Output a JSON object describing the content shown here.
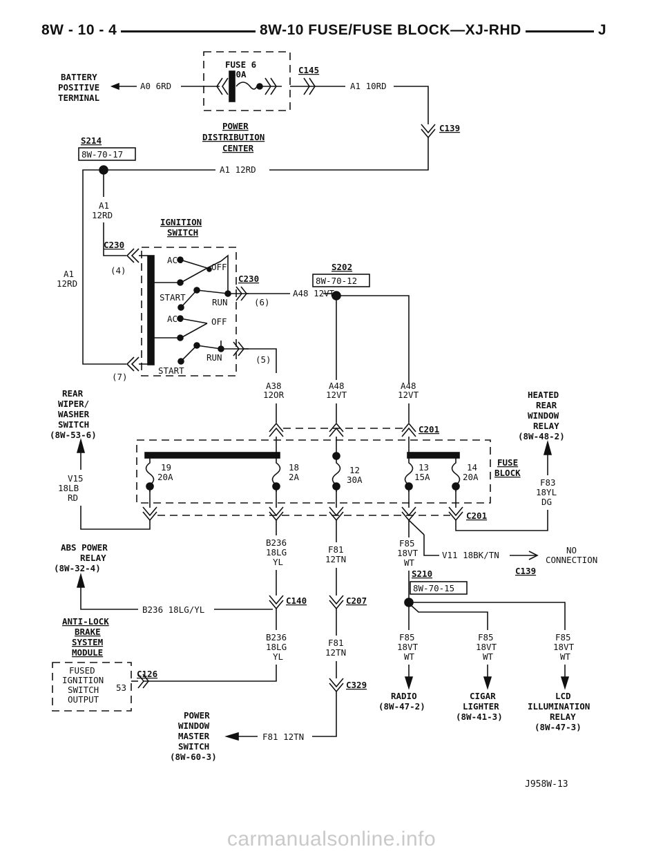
{
  "header": {
    "left": "8W - 10 - 4",
    "center": "8W-10 FUSE/FUSE BLOCK—XJ-RHD",
    "right": "J"
  },
  "labels": {
    "battery_1": "BATTERY",
    "battery_2": "POSITIVE",
    "battery_3": "TERMINAL",
    "fuse6": "FUSE 6",
    "fuse6_amp": "60A",
    "c145": "C145",
    "a0": "A0 6RD",
    "a1_10": "A1 10RD",
    "c139_top": "C139",
    "pdc_1": "POWER",
    "pdc_2": "DISTRIBUTION",
    "pdc_3": "CENTER",
    "s214": "S214",
    "ref_s214": "8W-70-17",
    "a1_12_top": "A1 12RD",
    "a1_v1": "A1",
    "a1_v2": "12RD",
    "a1_l1": "A1",
    "a1_l2": "12RD",
    "ign_1": "IGNITION",
    "ign_2": "SWITCH",
    "c230a": "C230",
    "c230b": "C230",
    "p4": "(4)",
    "p6": "(6)",
    "p5": "(5)",
    "p7": "(7)",
    "acc1": "ACC",
    "acc2": "ACC",
    "off1": "OFF",
    "off2": "OFF",
    "start1": "START",
    "start2": "START",
    "run1": "RUN",
    "run2": "RUN",
    "s202": "S202",
    "ref_s202": "8W-70-12",
    "a48_12vt": "A48 12VT",
    "a38_1": "A38",
    "a38_2": "12OR",
    "a48a_1": "A48",
    "a48a_2": "12VT",
    "a48b_1": "A48",
    "a48b_2": "12VT",
    "rear_1": "REAR",
    "rear_2": "WIPER/",
    "rear_3": "WASHER",
    "rear_4": "SWITCH",
    "rear_5": "(8W-53-6)",
    "heat_1": "HEATED",
    "heat_2": "REAR",
    "heat_3": "WINDOW",
    "heat_4": "RELAY",
    "heat_5": "(8W-48-2)",
    "c201a": "C201",
    "c201b": "C201",
    "f19": "19",
    "f19a": "20A",
    "f18": "18",
    "f18a": "2A",
    "f12": "12",
    "f12a": "30A",
    "f13": "13",
    "f13a": "15A",
    "f14": "14",
    "f14a": "20A",
    "fb_1": "FUSE",
    "fb_2": "BLOCK",
    "v15_1": "V15",
    "v15_2": "18LB",
    "v15_3": "RD",
    "f83_1": "F83",
    "f83_2": "18YL",
    "f83_3": "DG",
    "abs_1": "ABS POWER",
    "abs_2": "RELAY",
    "abs_3": "(8W-32-4)",
    "b236a_1": "B236",
    "b236a_2": "18LG",
    "b236a_3": "YL",
    "f81a_1": "F81",
    "f81a_2": "12TN",
    "f85a_1": "F85",
    "f85a_2": "18VT",
    "f85a_3": "WT",
    "v11": "V11 18BK/TN",
    "nc_1": "NO",
    "nc_2": "CONNECTION",
    "c139b": "C139",
    "s210": "S210",
    "ref_s210": "8W-70-15",
    "c140": "C140",
    "c207": "C207",
    "b236_h": "B236 18LG/YL",
    "abs_m1": "ANTI-LOCK",
    "abs_m2": "BRAKE",
    "abs_m3": "SYSTEM",
    "abs_m4": "MODULE",
    "b236b_1": "B236",
    "b236b_2": "18LG",
    "b236b_3": "YL",
    "f81b_1": "F81",
    "f81b_2": "12TN",
    "f85b_1": "F85",
    "f85b_2": "18VT",
    "f85b_3": "WT",
    "f85c_1": "F85",
    "f85c_2": "18VT",
    "f85c_3": "WT",
    "f85d_1": "F85",
    "f85d_2": "18VT",
    "f85d_3": "WT",
    "fused_1": "FUSED",
    "fused_2": "IGNITION",
    "fused_3": "SWITCH",
    "fused_4": "OUTPUT",
    "c126": "C126",
    "pin53": "53",
    "c329": "C329",
    "radio_1": "RADIO",
    "radio_2": "(8W-47-2)",
    "cigar_1": "CIGAR",
    "cigar_2": "LIGHTER",
    "cigar_3": "(8W-41-3)",
    "lcd_1": "LCD",
    "lcd_2": "ILLUMINATION",
    "lcd_3": "RELAY",
    "lcd_4": "(8W-47-3)",
    "pw_1": "POWER",
    "pw_2": "WINDOW",
    "pw_3": "MASTER",
    "pw_4": "SWITCH",
    "pw_5": "(8W-60-3)",
    "f81_h": "F81 12TN"
  },
  "figure_id": "J958W-13",
  "watermark": "carmanualsonline.info"
}
